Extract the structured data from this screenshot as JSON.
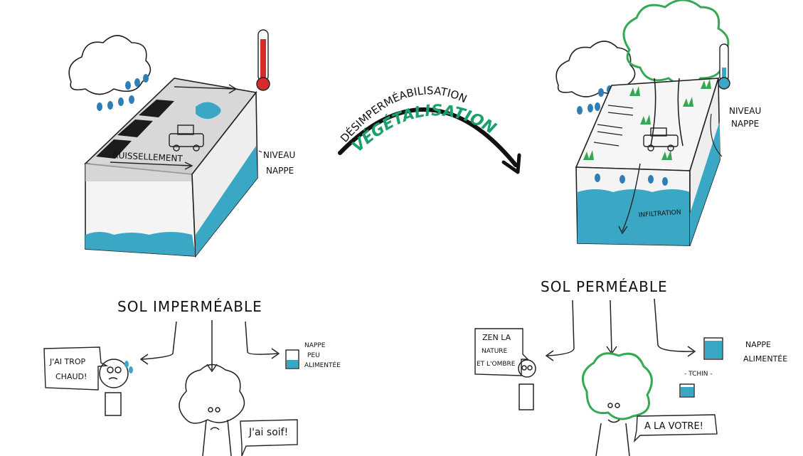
{
  "left": {
    "runoff_label": "RUISSELLEMENT",
    "water_table_line1": "NIVEAU",
    "water_table_line2": "NAPPE",
    "soil_title": "SOL IMPERMÉABLE",
    "speech_person_line1": "J'AI TROP",
    "speech_person_line2": "CHAUD!",
    "speech_tree": "J'ai soif!",
    "nappe_line1": "NAPPE",
    "nappe_line2": "PEU",
    "nappe_line3": "ALIMENTÉE"
  },
  "center": {
    "arc_label_top": "DÉSIMPERMÉABILISATION",
    "arc_label_bottom": "VÉGÉTALISATION"
  },
  "right": {
    "water_table_line1": "NIVEAU",
    "water_table_line2": "NAPPE",
    "infiltration_label": "INFILTRATION",
    "soil_title": "SOL PERMÉABLE",
    "speech_person_line1": "ZEN LA",
    "speech_person_line2": "NATURE",
    "speech_person_line3": "ET L'OMBRE",
    "speech_tree": "A LA VOTRE!",
    "tchin_label": "- TCHIN -",
    "nappe_line1": "NAPPE",
    "nappe_line2": "ALIMENTÉE"
  },
  "colors": {
    "water": "#3aa7c4",
    "thermometer_hot": "#d42b2b",
    "foliage": "#35a853",
    "arrow_text_green": "#1aa06b"
  }
}
